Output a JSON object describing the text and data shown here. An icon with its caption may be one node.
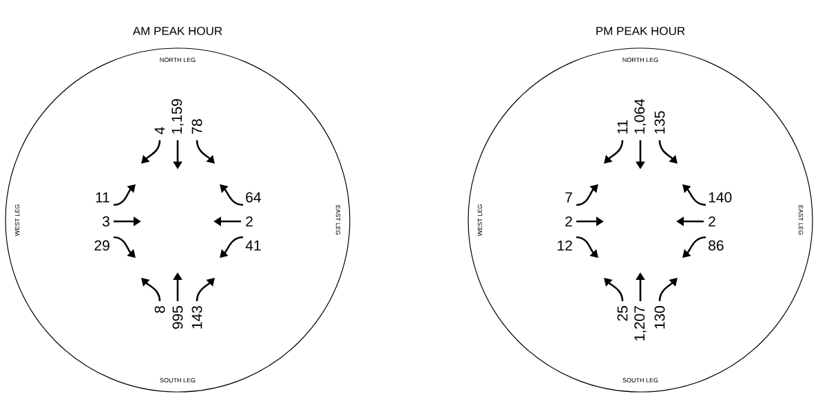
{
  "diagram": {
    "nodes": [
      {
        "text": [
          "AM PEAK HOUR",
          "NORTH LEG",
          "WEST LEG",
          "EAST LEG",
          "SOUTH LEG"
        ]
      },
      {
        "text": [
          "PM PEAK HOUR",
          "NORTH LEG",
          "WEST LEG",
          "EAST LEG",
          "SOUTH LEG"
        ]
      }
    ],
    "labels": [
      "4",
      "1,159",
      "78",
      "11",
      "3",
      "29",
      "64",
      "2",
      "41",
      "8",
      "995",
      "143",
      "11",
      "1,064",
      "135",
      "7",
      "2",
      "12",
      "140",
      "2",
      "86",
      "25",
      "1,207",
      "130"
    ]
  }
}
